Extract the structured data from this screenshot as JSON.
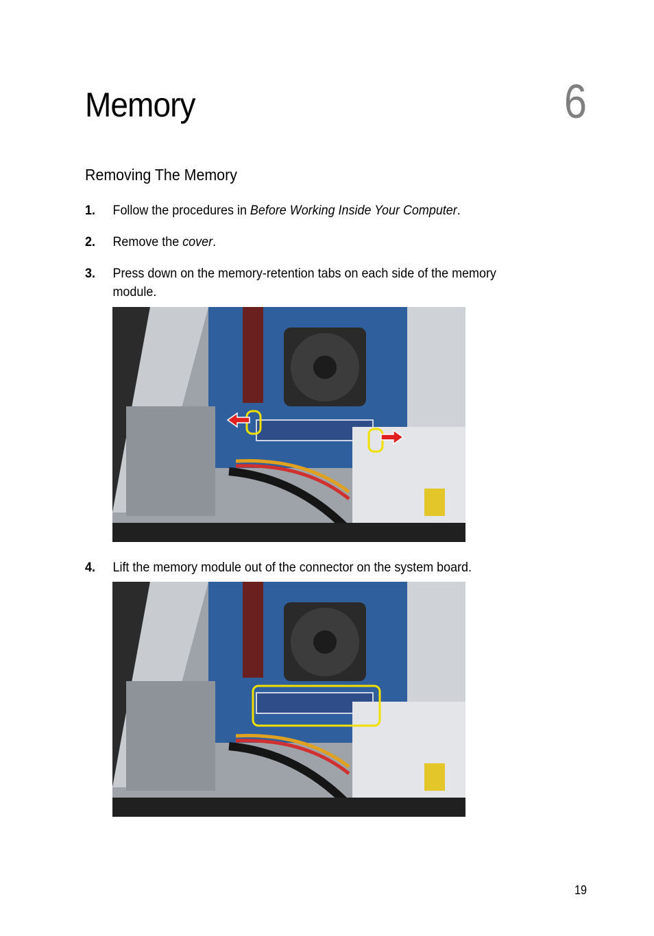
{
  "chapter": {
    "title": "Memory",
    "number": "6"
  },
  "section": {
    "title": "Removing The Memory"
  },
  "steps": [
    {
      "num": "1.",
      "prefix": "Follow the procedures in ",
      "link": "Before Working Inside Your Computer",
      "suffix": "."
    },
    {
      "num": "2.",
      "prefix": "Remove the ",
      "link": "cover",
      "suffix": "."
    },
    {
      "num": "3.",
      "line1": "Press down on the memory-retention tabs on each side of the memory",
      "line2": "module."
    },
    {
      "num": "4.",
      "text": "Lift the memory module out of the connector on the system board."
    }
  ],
  "page_number": "19"
}
